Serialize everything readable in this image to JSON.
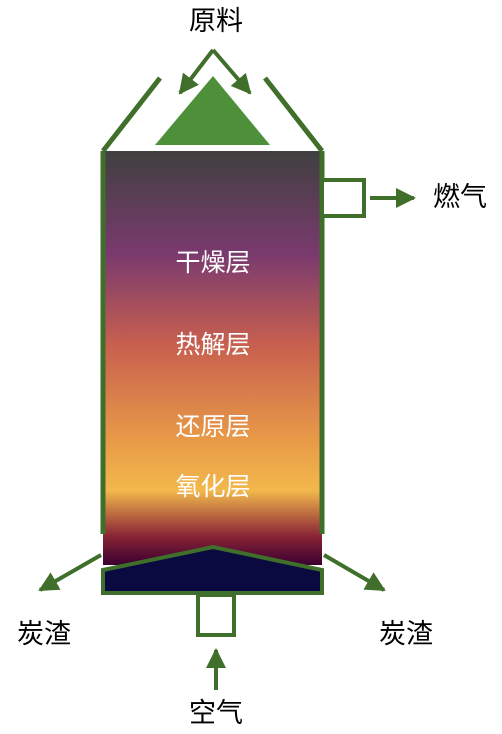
{
  "diagram": {
    "labels": {
      "feed": "原料",
      "gas_out": "燃气",
      "air_in": "空气",
      "char_left": "炭渣",
      "char_right": "炭渣"
    },
    "zones": [
      "干燥层",
      "热解层",
      "还原层",
      "氧化层"
    ],
    "colors": {
      "outline": "#3f6f2a",
      "feed_cone": "#4e8f3a",
      "grate": "#0a0a40",
      "gradient_stops": [
        "#404040",
        "#7a3a6e",
        "#c8604f",
        "#e89a48",
        "#f2b84c",
        "#8a2436",
        "#3a0030"
      ]
    }
  }
}
